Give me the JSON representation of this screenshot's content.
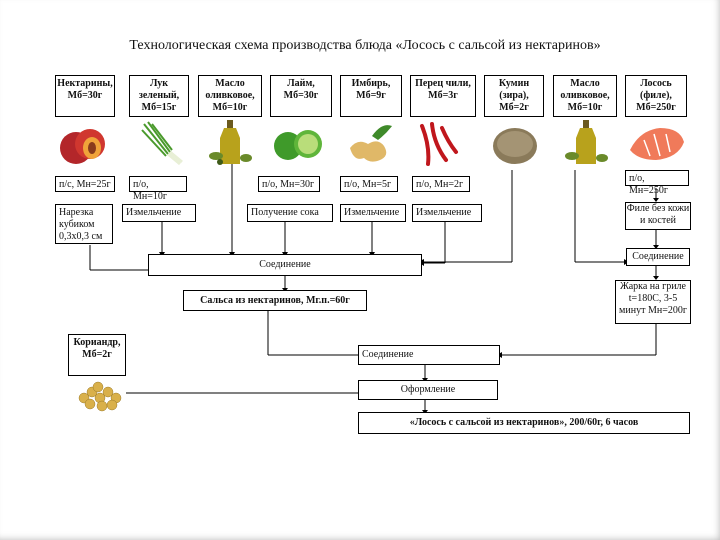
{
  "title": "Технологическая схема производства блюда «Лосось с сальсой из нектаринов»",
  "ingredients": [
    {
      "name": "Нектарины,",
      "weight": "Мб=30г"
    },
    {
      "name": "Лук зеленый,",
      "weight": "Мб=15г"
    },
    {
      "name": "Масло оливковое,",
      "weight": "Мб=10г"
    },
    {
      "name": "Лайм,",
      "weight": "Мб=30г"
    },
    {
      "name": "Имбирь,",
      "weight": "Мб=9г"
    },
    {
      "name": "Перец чили,",
      "weight": "Мб=3г"
    },
    {
      "name": "Кумин (зира),",
      "weight": "Мб=2г"
    },
    {
      "name": "Масло оливковое,",
      "weight": "Мб=10г"
    },
    {
      "name": "Лосось (филе),",
      "weight": "Мб=250г"
    }
  ],
  "net_weights": [
    "п/с, Мн=25г",
    "п/о, Мн=10г",
    "п/о, Мн=30г",
    "п/о, Мн=5г",
    "п/о, Мн=2г",
    "п/о, Мн=250г"
  ],
  "operations": {
    "cube": "Нарезка кубиком 0,3х0,3 см",
    "chop1": "Измельчение",
    "juice": "Получение сока",
    "chop2": "Измельчение",
    "chop3": "Измельчение",
    "fillet": "Филе без кожи и костей",
    "combine1": "Соединение",
    "combine_right": "Соединение",
    "grill": "Жарка на гриле t=180С, 3-5 минут Мн=200г",
    "salsa": "Сальса из нектаринов, Мг.п.=60г",
    "combine2": "Соединение",
    "garnish": "Оформление",
    "result": "«Лосось с сальсой из нектаринов», 200/60г, 6 часов"
  },
  "coriander": {
    "name": "Кориандр,",
    "weight": "Мб=2г"
  },
  "icons": [
    "nectarine-icon",
    "green-onion-icon",
    "olive-oil-icon",
    "lime-icon",
    "ginger-icon",
    "chili-pepper-icon",
    "cumin-icon",
    "olive-oil-icon",
    "salmon-icon",
    "coriander-seeds-icon"
  ]
}
